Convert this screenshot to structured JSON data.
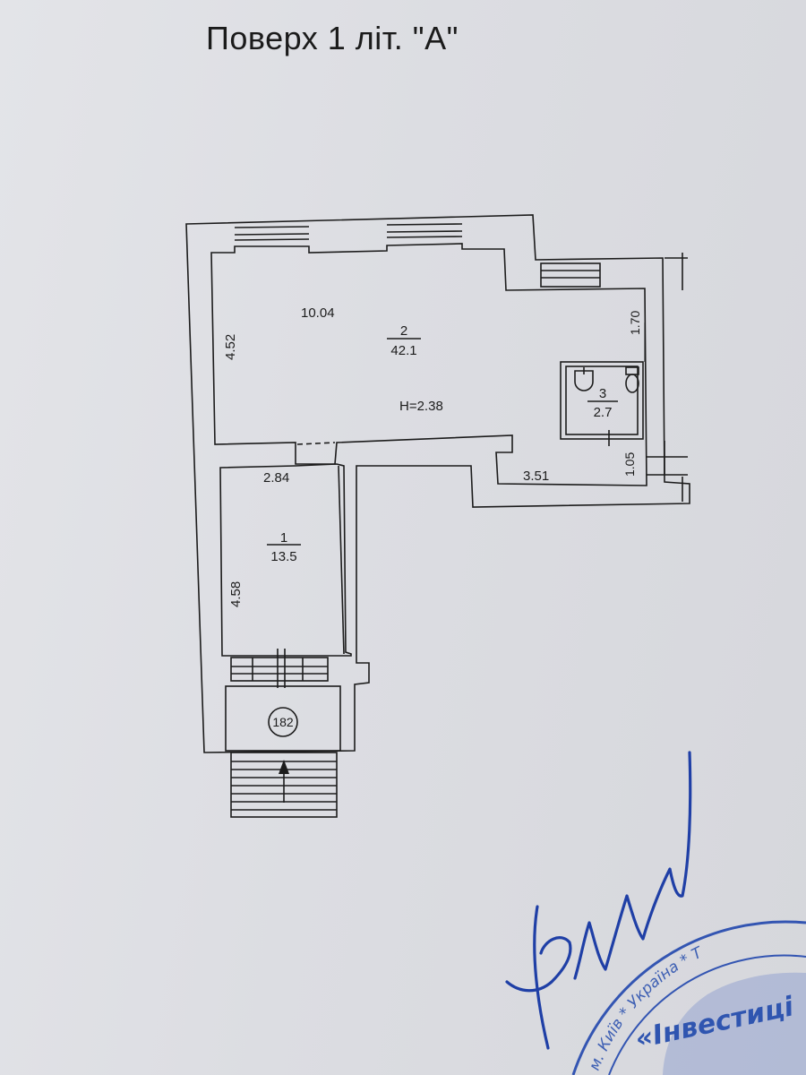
{
  "header": {
    "title": "Поверх 1  літ. \"А\""
  },
  "rooms": [
    {
      "number": "2",
      "area": "42.1"
    },
    {
      "number": "3",
      "area": "2.7"
    },
    {
      "number": "1",
      "area": "13.5"
    }
  ],
  "dimensions": {
    "room2_width": "10.04",
    "room2_depth": "4.52",
    "height": "H=2.38",
    "bath_side": "1.70",
    "bath_lower": "1.05",
    "lower_wall": "3.51",
    "room1_width": "2.84",
    "room1_depth": "4.58"
  },
  "entrance": {
    "number": "182"
  },
  "stamp": {
    "city_text": "м. Київ * Україна * Т",
    "company_text": "«Інвестиці"
  },
  "colors": {
    "line": "#1c1c1c",
    "stamp": "#3355b2",
    "signature": "#1f3fa6"
  }
}
